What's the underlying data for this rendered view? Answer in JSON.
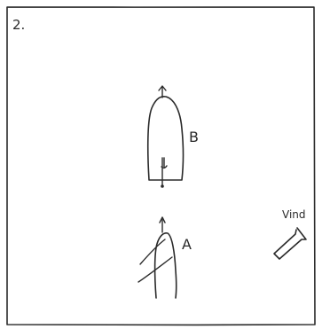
{
  "panel_number": "2.",
  "boats": [
    {
      "label": "B"
    },
    {
      "label": "A"
    }
  ],
  "wind": {
    "label": "Vind"
  },
  "colors": {
    "ink": "#2a2a2a",
    "paper": "#ffffff"
  }
}
